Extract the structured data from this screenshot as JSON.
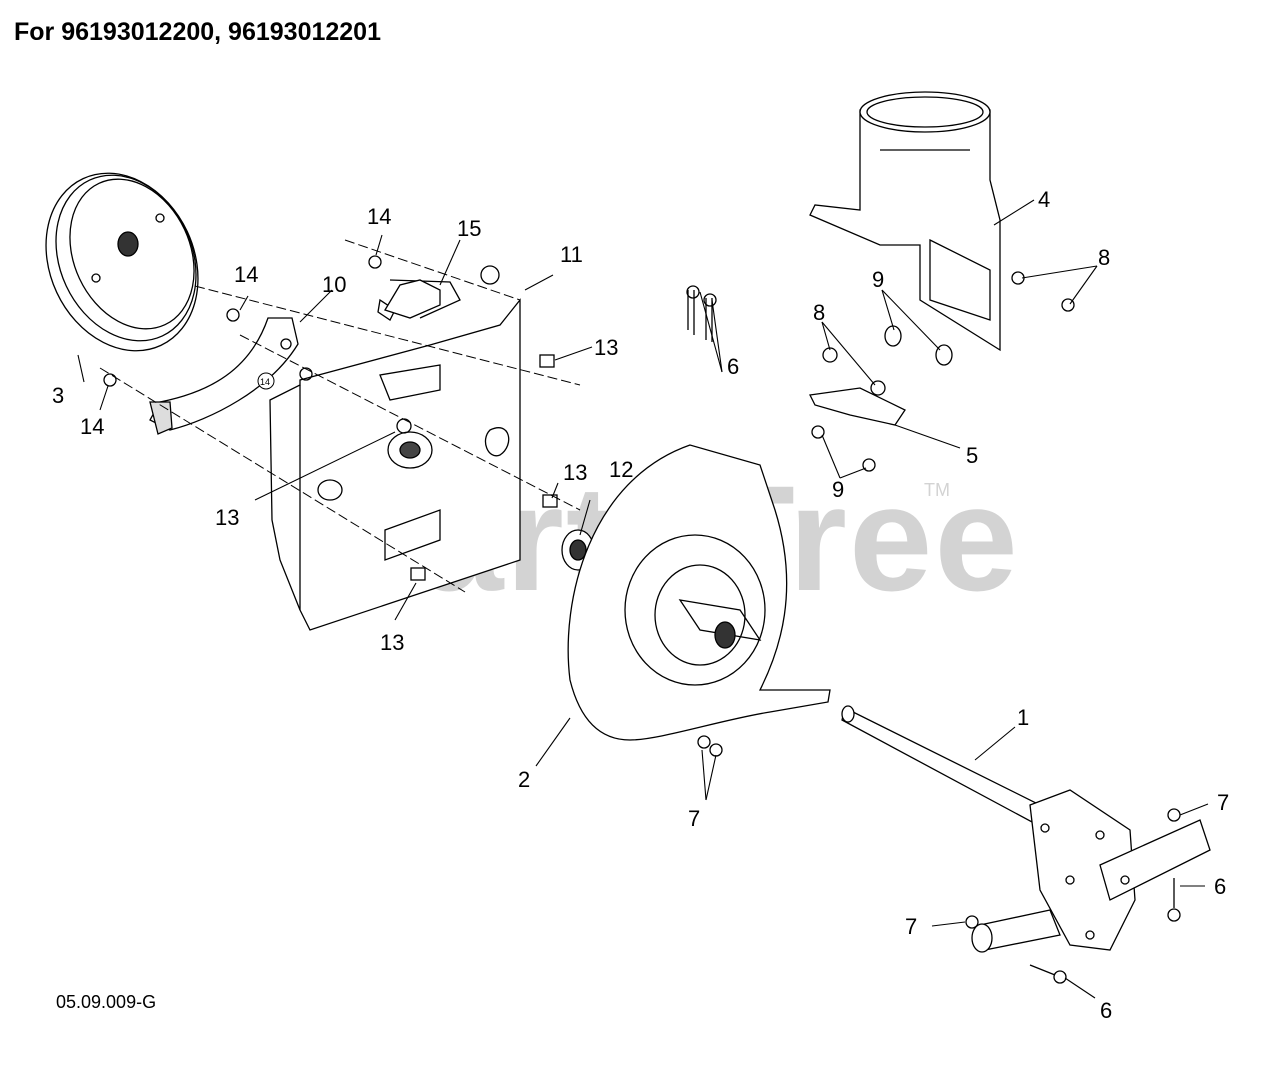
{
  "title": "For 96193012200, 96193012201",
  "diagram_code": "05.09.009-G",
  "watermark": "PartsTree",
  "trademark": "TM",
  "callouts": [
    "1",
    "2",
    "3",
    "4",
    "5",
    "6",
    "7",
    "8",
    "9",
    "10",
    "11",
    "12",
    "13",
    "14",
    "15"
  ]
}
